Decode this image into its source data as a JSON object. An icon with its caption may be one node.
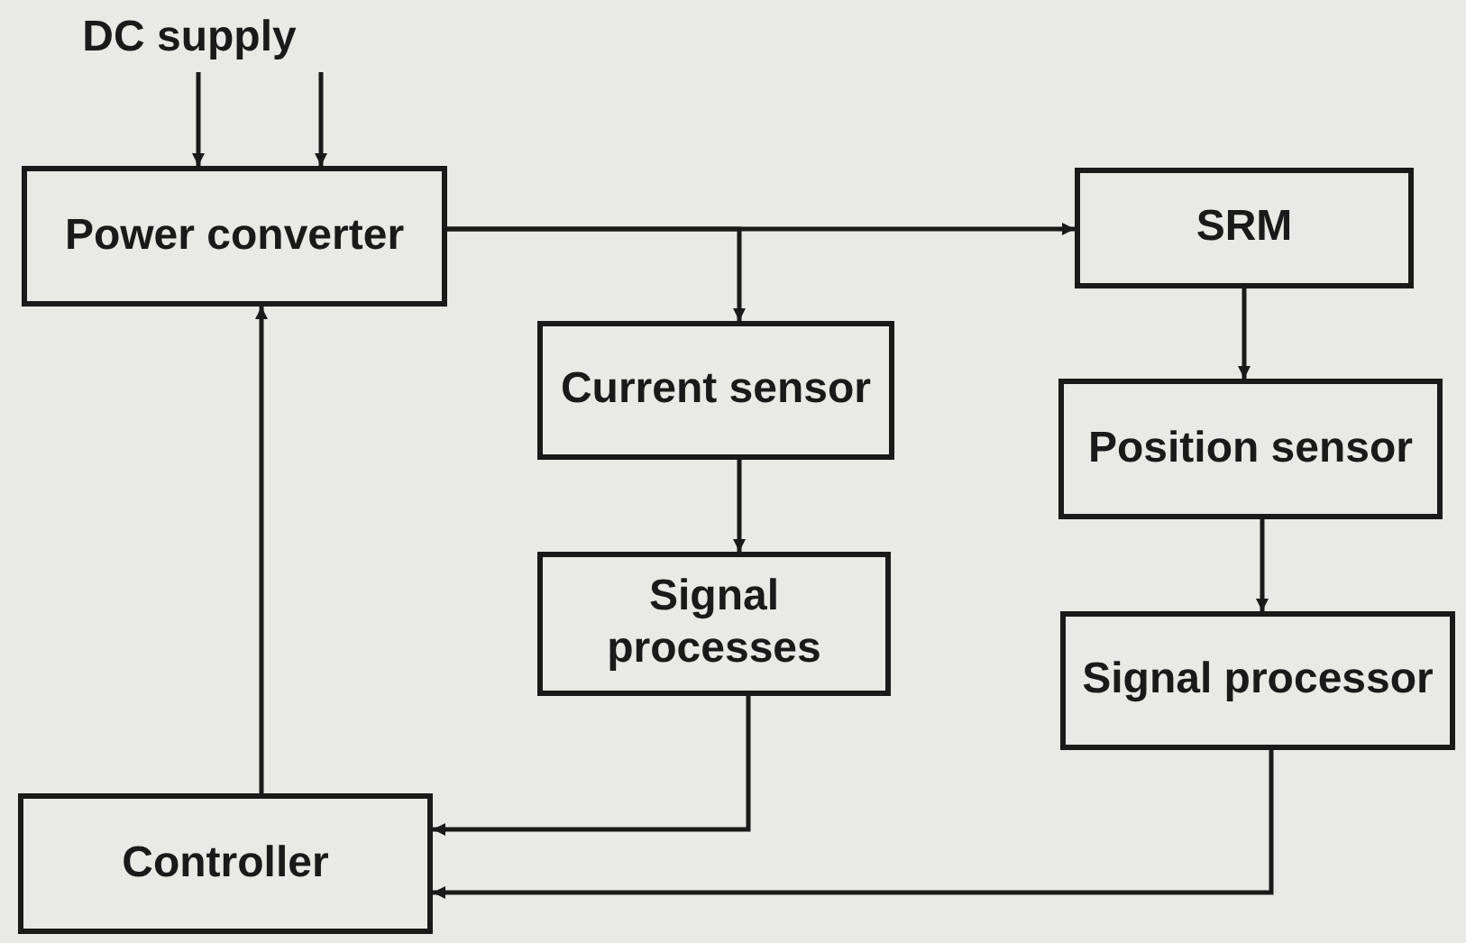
{
  "diagram": {
    "nodes": [
      {
        "text": [
          "DC supply"
        ]
      },
      {
        "text": [
          "Power converter"
        ]
      },
      {
        "text": [
          "SRM"
        ]
      },
      {
        "text": [
          "Current sensor"
        ]
      },
      {
        "text": [
          "Position sensor"
        ]
      },
      {
        "text": [
          "Signal processes"
        ]
      },
      {
        "text": [
          "Signal processor"
        ]
      },
      {
        "text": [
          "Controller"
        ]
      }
    ],
    "edges": [
      {
        "from": 0,
        "to": 1,
        "arrow": "to"
      },
      {
        "from": 0,
        "to": 1,
        "arrow": "to"
      },
      {
        "from": 1,
        "to": 2,
        "arrow": "to"
      },
      {
        "from": 1,
        "to": 3,
        "arrow": "to"
      },
      {
        "from": 2,
        "to": 4,
        "arrow": "to"
      },
      {
        "from": 3,
        "to": 5,
        "arrow": "to"
      },
      {
        "from": 4,
        "to": 6,
        "arrow": "to"
      },
      {
        "from": 5,
        "to": 7,
        "arrow": "to"
      },
      {
        "from": 6,
        "to": 7,
        "arrow": "to"
      },
      {
        "from": 7,
        "to": 1,
        "arrow": "to"
      }
    ]
  }
}
